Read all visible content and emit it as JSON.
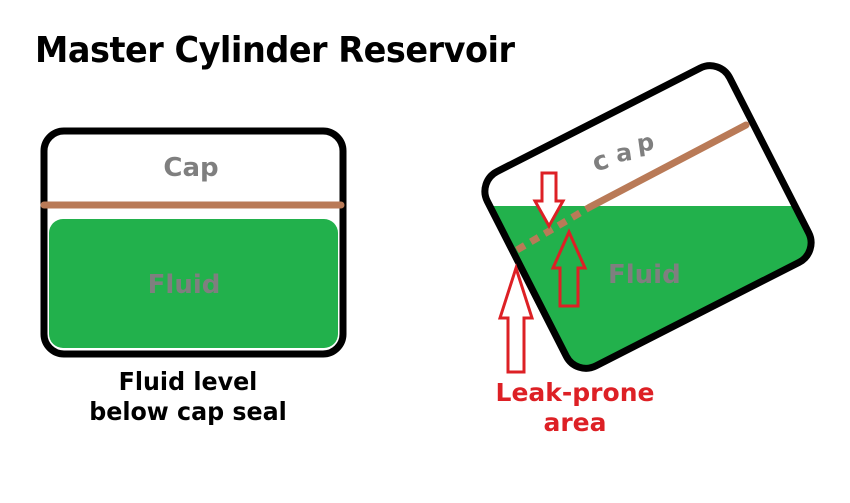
{
  "title": "Master Cylinder Reservoir",
  "colors": {
    "fluid": "#22b14c",
    "seal": "#b97a57",
    "outline": "#000000",
    "label": "#7f7f7f",
    "warning": "#dd2025"
  },
  "left_diagram": {
    "cap_label": "Cap",
    "fluid_label": "Fluid",
    "caption_line1": "Fluid level",
    "caption_line2": "below cap seal"
  },
  "right_diagram": {
    "cap_letters": [
      "c",
      "a",
      "p"
    ],
    "fluid_label": "Fluid",
    "caption_line1": "Leak-prone",
    "caption_line2": "area"
  }
}
